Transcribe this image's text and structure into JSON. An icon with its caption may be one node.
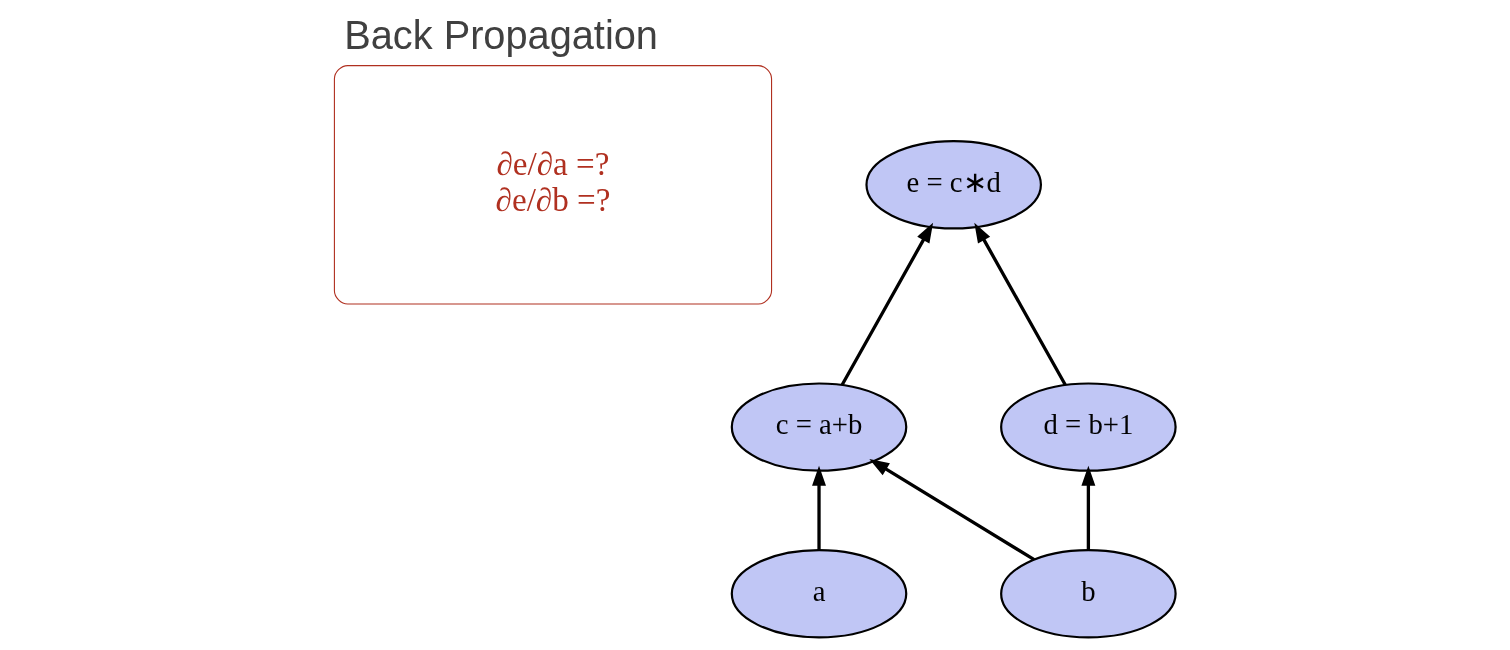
{
  "diagram": {
    "title": "Back Propagation",
    "nodes": [
      {
        "text": [
          "∂e/∂a =?",
          "∂e/∂b =?"
        ]
      },
      {
        "text": [
          "e = c∗d"
        ]
      },
      {
        "text": [
          "c = a+b"
        ]
      },
      {
        "text": [
          "d = b+1"
        ]
      },
      {
        "text": [
          "a"
        ]
      },
      {
        "text": [
          "b"
        ]
      }
    ],
    "edges": [
      {
        "from": 4,
        "to": 2,
        "arrow": "to"
      },
      {
        "from": 5,
        "to": 2,
        "arrow": "to"
      },
      {
        "from": 5,
        "to": 3,
        "arrow": "to"
      },
      {
        "from": 2,
        "to": 1,
        "arrow": "to"
      },
      {
        "from": 3,
        "to": 1,
        "arrow": "to"
      }
    ]
  }
}
